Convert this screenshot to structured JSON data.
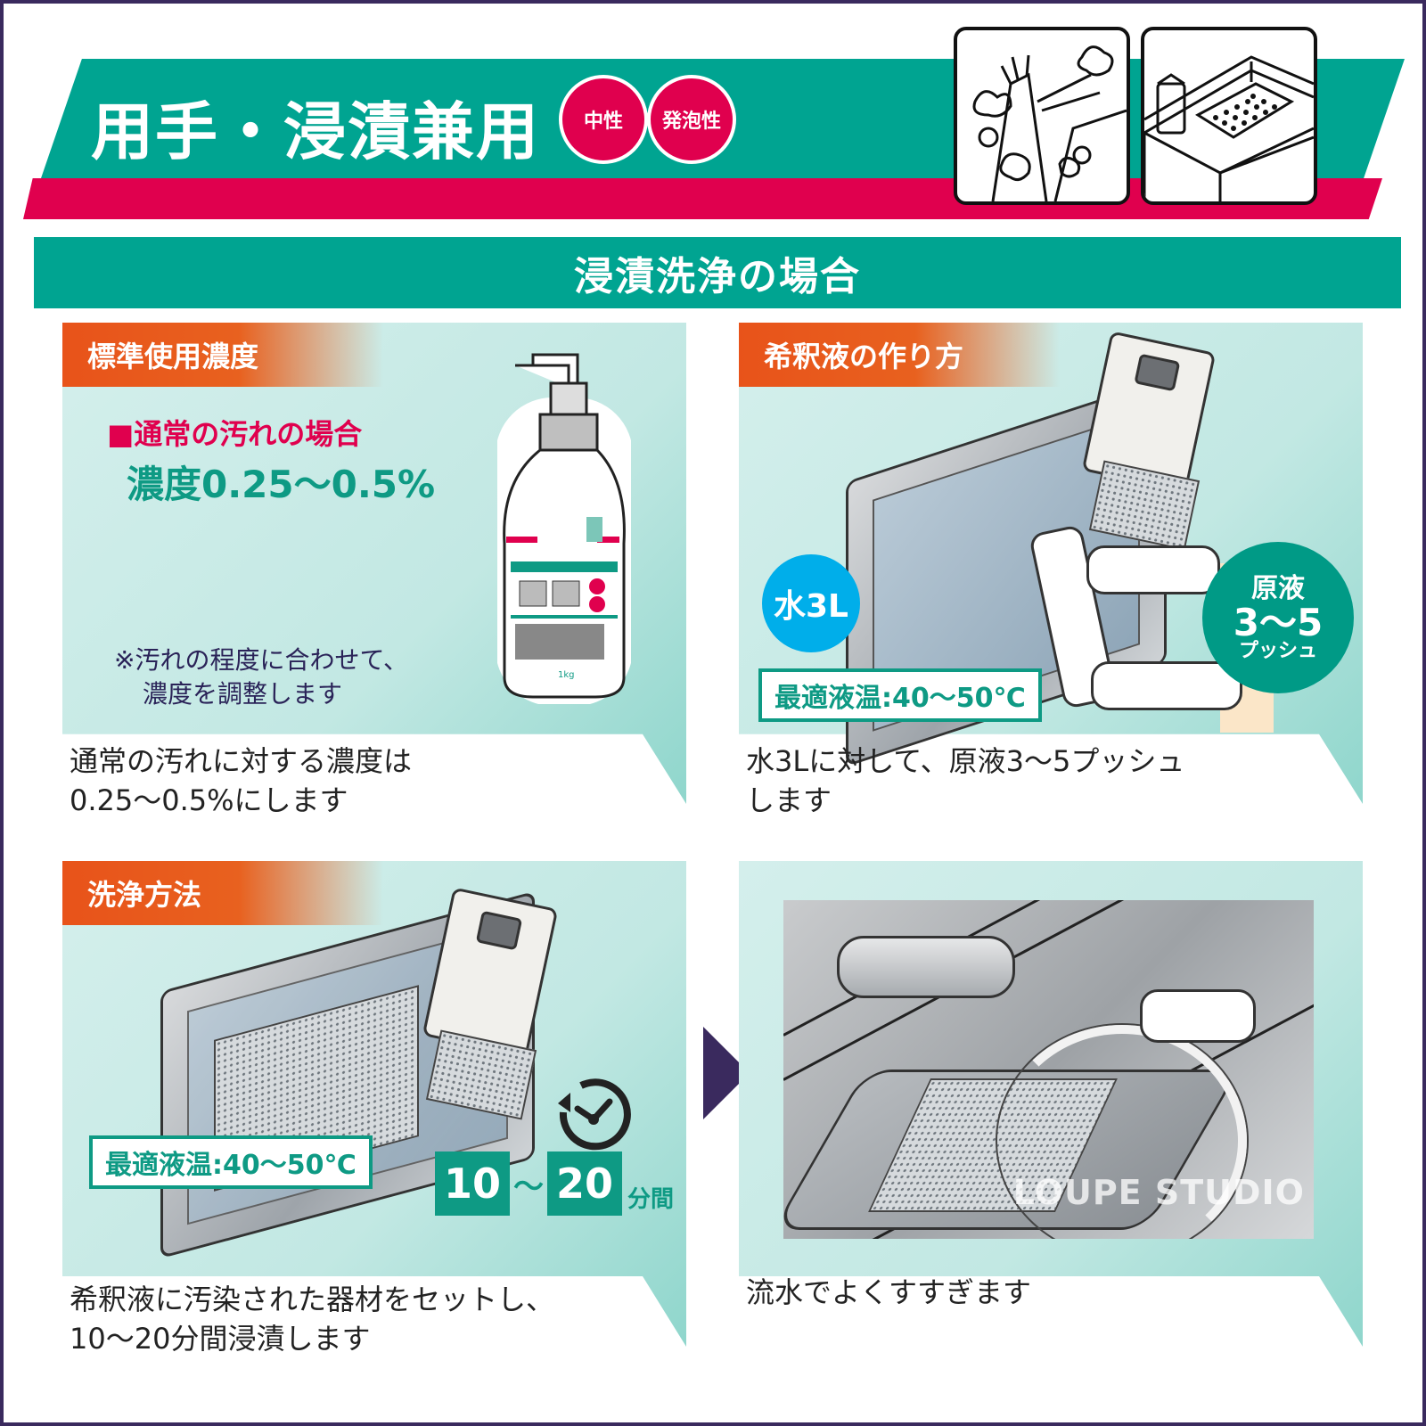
{
  "header": {
    "title": "用手・浸漬兼用",
    "badges": [
      "中性",
      "発泡性"
    ],
    "pictograms": [
      "hand-wash-icon",
      "immersion-tank-icon"
    ],
    "colors": {
      "teal": "#00a491",
      "red": "#e0004e",
      "frame": "#3a2a5e"
    }
  },
  "section": {
    "title": "浸漬洗浄の場合"
  },
  "panels": {
    "standard": {
      "label": "標準使用濃度",
      "heading": "■通常の汚れの場合",
      "concentration": "濃度0.25〜0.5%",
      "note_line1": "※汚れの程度に合わせて、",
      "note_line2": "濃度を調整します",
      "bottle_weight": "1kg",
      "caption_line1": "通常の汚れに対する濃度は",
      "caption_line2": "0.25〜0.5%にします"
    },
    "dilution": {
      "label": "希釈液の作り方",
      "water": "水3L",
      "push_line1": "原液",
      "push_line2": "3〜5",
      "push_line3": "プッシュ",
      "temperature": "最適液温:40〜50℃",
      "caption_line1": "水3Lに対して、原液3〜5プッシュ",
      "caption_line2": "します"
    },
    "method": {
      "label": "洗浄方法",
      "temperature": "最適液温:40〜50℃",
      "duration_from": "10",
      "duration_sep": "〜",
      "duration_to": "20",
      "duration_unit": "分間",
      "caption_line1": "希釈液に汚染された器材をセットし、",
      "caption_line2": "10〜20分間浸漬します"
    },
    "rinse": {
      "caption_line1": "流水でよくすすぎます",
      "watermark": "LOUPE STUDIO"
    }
  }
}
